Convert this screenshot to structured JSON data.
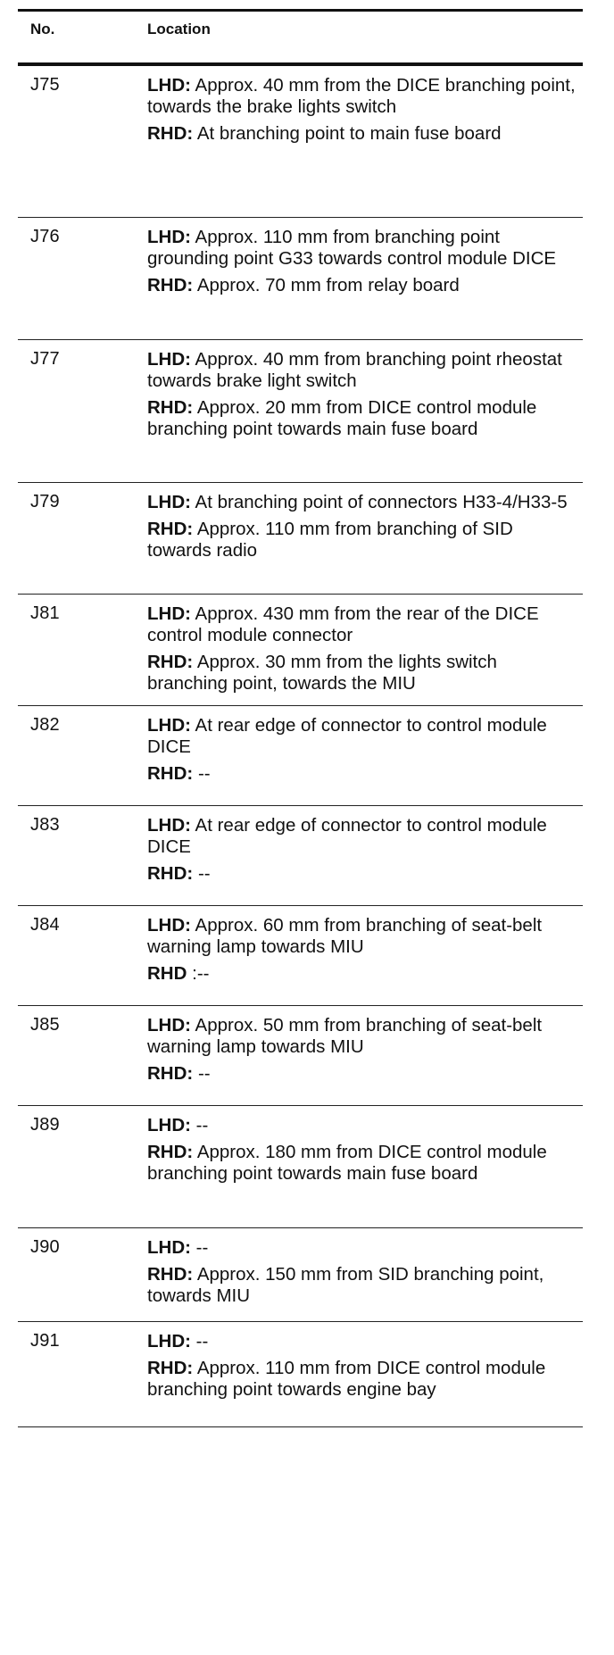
{
  "header": {
    "no": "No.",
    "location": "Location"
  },
  "rows": [
    {
      "no": "J75",
      "lhd_tag": "LHD:",
      "lhd": " Approx. 40 mm from the DICE branching point, towards the brake lights switch",
      "rhd_tag": "RHD:",
      "rhd": " At branching point to main fuse board"
    },
    {
      "no": "J76",
      "lhd_tag": "LHD:",
      "lhd": " Approx. 110 mm from branching point grounding point G33 towards control module DICE",
      "rhd_tag": "RHD:",
      "rhd": " Approx. 70 mm from relay board"
    },
    {
      "no": "J77",
      "lhd_tag": "LHD:",
      "lhd": " Approx. 40 mm from branching point rheostat towards brake light switch",
      "rhd_tag": "RHD:",
      "rhd": " Approx. 20 mm from DICE control module branching point towards main fuse board"
    },
    {
      "no": "J79",
      "lhd_tag": "LHD:",
      "lhd": " At branching point of connectors H33-4/H33-5",
      "rhd_tag": "RHD:",
      "rhd": " Approx. 110 mm from branching of SID towards radio"
    },
    {
      "no": "J81",
      "lhd_tag": "LHD:",
      "lhd": " Approx. 430 mm from the rear of the DICE control module connector",
      "rhd_tag": "RHD:",
      "rhd": " Approx. 30 mm from the lights switch branching point, towards the MIU"
    },
    {
      "no": "J82",
      "lhd_tag": "LHD:",
      "lhd": " At rear edge of connector to control module DICE",
      "rhd_tag": "RHD:",
      "rhd": " --"
    },
    {
      "no": "J83",
      "lhd_tag": "LHD:",
      "lhd": " At rear edge of connector to control module DICE",
      "rhd_tag": "RHD:",
      "rhd": " --"
    },
    {
      "no": "J84",
      "lhd_tag": "LHD:",
      "lhd": " Approx. 60 mm from branching of seat-belt warning lamp towards MIU",
      "rhd_tag": "RHD",
      "rhd": " :--"
    },
    {
      "no": "J85",
      "lhd_tag": "LHD:",
      "lhd": " Approx. 50 mm from branching of seat-belt warning lamp towards MIU",
      "rhd_tag": "RHD:",
      "rhd": " --"
    },
    {
      "no": "J89",
      "lhd_tag": "LHD:",
      "lhd": " --",
      "rhd_tag": "RHD:",
      "rhd": " Approx. 180 mm from DICE control module branching point towards main fuse board"
    },
    {
      "no": "J90",
      "lhd_tag": "LHD:",
      "lhd": " --",
      "rhd_tag": "RHD:",
      "rhd": " Approx. 150 mm from SID branching point, towards MIU"
    },
    {
      "no": "J91",
      "lhd_tag": "LHD:",
      "lhd": " --",
      "rhd_tag": "RHD:",
      "rhd": " Approx. 110 mm from DICE control module branching point towards engine bay"
    }
  ]
}
